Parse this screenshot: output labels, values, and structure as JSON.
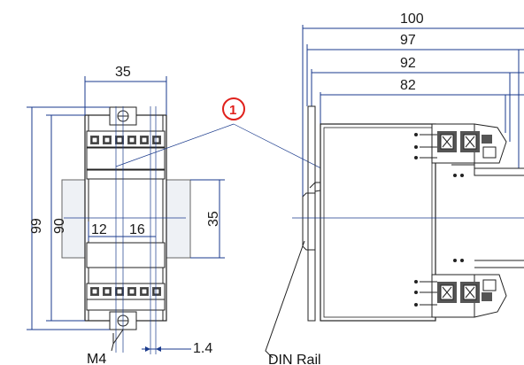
{
  "diagram": {
    "callout": "1",
    "dims_front": {
      "width": "35",
      "height_outer": "99",
      "height_inner": "90",
      "rail_height": "35",
      "spacing_a": "12",
      "spacing_b": "16",
      "screw": "M4",
      "offset": "1.4"
    },
    "dims_side": [
      "100",
      "97",
      "92",
      "82"
    ],
    "rail_label": "DIN Rail"
  }
}
